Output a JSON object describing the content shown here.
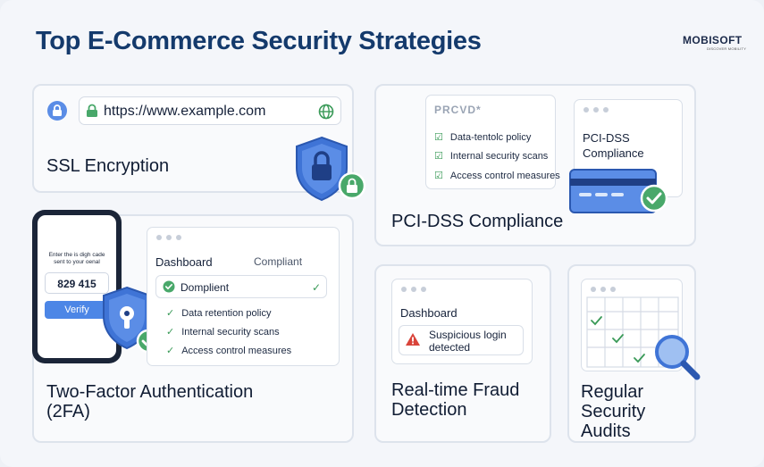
{
  "header": {
    "title": "Top E-Commerce Security Strategies",
    "logo": "MOBISOFT",
    "logo_tagline": "DISCOVER MOBILITY"
  },
  "ssl": {
    "url": "https://www.example.com",
    "label": "SSL Encryption"
  },
  "pci": {
    "panel_heading": "PRCVD*",
    "items": [
      "Data-tentolc policy",
      "Internal security scans",
      "Access control measures"
    ],
    "window_title": "PCI-DSS Compliance",
    "label": "PCI-DSS Compliance"
  },
  "twofa": {
    "phone_prompt": "Enter the is digh cade sent to your oenal",
    "code": "829 415",
    "verify_label": "Verify",
    "dashboard_title": "Dashboard",
    "dashboard_status": "Compliant",
    "status_row": "Domplient",
    "items": [
      "Data retention policy",
      "Internal security scans",
      "Access control measures"
    ],
    "label_line1": "Two-Factor Authentication",
    "label_line2": "(2FA)"
  },
  "fraud": {
    "dashboard_title": "Dashboard",
    "alert": "Suspicious login detected",
    "label_line1": "Real-time Fraud",
    "label_line2": "Detection"
  },
  "audits": {
    "label_line1": "Regular",
    "label_line2": "Security",
    "label_line3": "Audits"
  },
  "colors": {
    "title": "#143a6c",
    "shield": "#3f74d6",
    "check": "#3a9a58",
    "alert": "#d9443a"
  }
}
